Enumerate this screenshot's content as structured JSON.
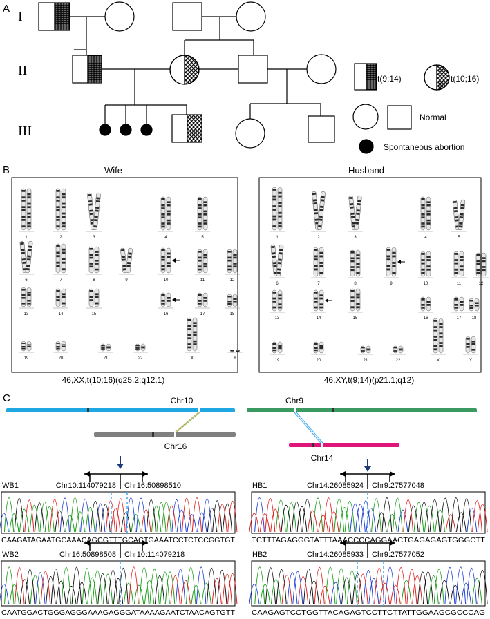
{
  "panels": {
    "a": "A",
    "b": "B",
    "c": "C"
  },
  "generations": [
    "I",
    "II",
    "III"
  ],
  "legend": {
    "t914": "t(9;14)",
    "t1016": "t(10;16)",
    "normal": "Normal",
    "abortion": "Spontaneous abortion"
  },
  "karyotype": {
    "wife": {
      "title": "Wife",
      "caption": "46,XX,t(10;16)(q25.2;q12.1)",
      "labels": [
        "1",
        "2",
        "3",
        "4",
        "5",
        "6",
        "7",
        "8",
        "9",
        "10",
        "11",
        "12",
        "13",
        "14",
        "15",
        "16",
        "17",
        "18",
        "19",
        "20",
        "21",
        "22",
        "X",
        "Y"
      ],
      "arrows_on": [
        "10",
        "16"
      ]
    },
    "husband": {
      "title": "Husband",
      "caption": "46,XY,t(9;14)(p21.1;q12)",
      "labels": [
        "1",
        "2",
        "3",
        "4",
        "5",
        "6",
        "7",
        "8",
        "9",
        "10",
        "11",
        "12",
        "13",
        "14",
        "15",
        "16",
        "17",
        "18",
        "19",
        "20",
        "21",
        "22",
        "X",
        "Y"
      ],
      "arrows_on": [
        "9",
        "14"
      ]
    }
  },
  "chromosomes": {
    "chr10": "Chr10",
    "chr16": "Chr16",
    "chr9": "Chr9",
    "chr14": "Chr14",
    "colors": {
      "chr10": "#1ea7e1",
      "chr16": "#808080",
      "chr9": "#3a9a62",
      "chr14": "#e0157a",
      "arrow": "#1f3a78",
      "dash": "#3fa9f5"
    }
  },
  "traces": [
    {
      "id": "WB1",
      "left_coord": "Chr10:114079218",
      "right_coord": "Chr16:50898510",
      "sequence": "CAAGATAGAATGCAAACAGCGTTTGCACTGAAATCCTCTCCGGTGT"
    },
    {
      "id": "WB2",
      "left_coord": "Chr16:50898508",
      "right_coord": "Chr10:114079218",
      "sequence": "CAATGGACTGGGAGGGAAAGAGGGATAAAAGAATCTAACAGTGTT"
    },
    {
      "id": "HB1",
      "left_coord": "Chr14:26085924",
      "right_coord": "Chr9:27577048",
      "sequence": "TCTTTAGAGGGTATTTAAACCCCAGGAACTGAGAGAGTGGGCTT"
    },
    {
      "id": "HB2",
      "left_coord": "Chr14:26085933",
      "right_coord": "Chr9:27577052",
      "sequence": "CAAGAGTCCTGGTTACAGAGTCCTTCTTATTGGAAGCGCCCAG"
    }
  ],
  "trace_colors": {
    "A": "#1a9e1a",
    "C": "#1f3fd6",
    "G": "#111111",
    "T": "#e01f1f"
  }
}
